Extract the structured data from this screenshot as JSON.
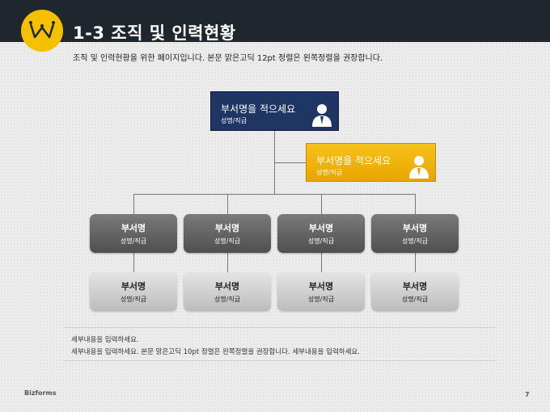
{
  "header": {
    "title": "1-3 조직 및 인력현황"
  },
  "subtitle": "조직 및 인력현황을 위한 페이지입니다. 본문 맑은고딕 12pt 정렬은 왼쪽정렬을 권장합니다.",
  "org": {
    "ceo": {
      "name": "부서명을 적으세요",
      "role": "성명/직급"
    },
    "assistant": {
      "name": "부서명을 적으세요",
      "role": "성명/직급"
    },
    "departments": [
      {
        "name": "부서명",
        "role": "성명/직급"
      },
      {
        "name": "부서명",
        "role": "성명/직급"
      },
      {
        "name": "부서명",
        "role": "성명/직급"
      },
      {
        "name": "부서명",
        "role": "성명/직급"
      }
    ],
    "teams": [
      {
        "name": "부서명",
        "role": "성명/직급"
      },
      {
        "name": "부서명",
        "role": "성명/직급"
      },
      {
        "name": "부서명",
        "role": "성명/직급"
      },
      {
        "name": "부서명",
        "role": "성명/직급"
      }
    ]
  },
  "notes": {
    "line1": "세부내용을 입력하세요.",
    "line2": "세부내용을 입력하세요. 본문 맑은고딕 10pt 정렬은 왼쪽정렬을 권장합니다. 세부내용을 입력하세요."
  },
  "footer": {
    "brand": "Bizforms",
    "page": "7"
  },
  "colors": {
    "header_bg": "#1f262d",
    "accent_yellow": "#f5c000",
    "ceo_box": "#1f3563"
  },
  "icons": {
    "logo": "crown-icon",
    "person": "businessman-icon"
  }
}
